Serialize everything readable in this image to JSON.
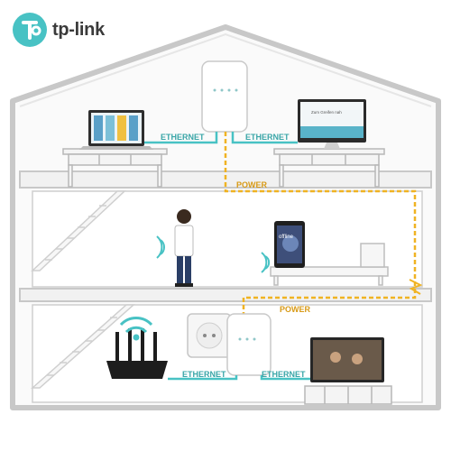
{
  "brand": {
    "name": "tp-link",
    "color": "#48c2c4"
  },
  "labels": {
    "ethernet_top_left": "ETHERNET",
    "ethernet_top_right": "ETHERNET",
    "power_top": "POWER",
    "power_middle": "POWER",
    "ethernet_bottom_left": "ETHERNET",
    "ethernet_bottom_right": "ETHERNET"
  },
  "screens": {
    "monitor_text": "Zum Greifen nah",
    "tablet_text": "offline"
  },
  "colors": {
    "ethernet": "#48c2c4",
    "power": "#f0b323",
    "house_outline": "#bfbfbf",
    "floor": "#eeeeee"
  },
  "icons": [
    "wifi-icon",
    "router-icon",
    "powerline-adapter-icon",
    "wall-socket-icon",
    "laptop-icon",
    "monitor-icon",
    "tablet-icon",
    "tv-icon"
  ]
}
